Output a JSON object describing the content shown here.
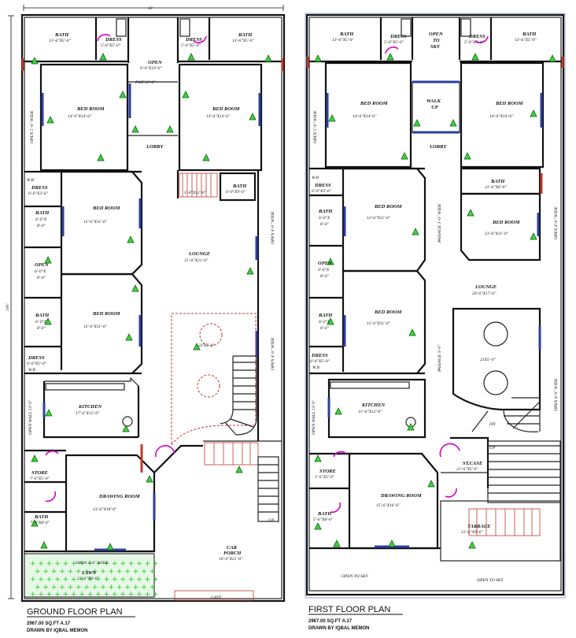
{
  "ground": {
    "dim_width": "45'",
    "dim_length": "100'",
    "title": "GROUND FLOOR PLAN",
    "area": "2967.00 SQ.FT A.17",
    "drawn": "DRAWN BY IQBAL MEMON",
    "rooms": {
      "bath_tl": "BATH",
      "bath_tl_dim": "13'-6\"X5'-0\"",
      "dress_l": "DRESS",
      "dress_l_dim": "5'-0\"X5'-0\"",
      "dress_r": "DRESS",
      "dress_r_dim": "5'-0\"X5'-0\"",
      "bath_tr": "BATH",
      "bath_tr_dim": "13'-6\"X5'-0\"",
      "open_c": "OPEN",
      "open_c_dim": "6'-0\"X10'-0\"",
      "pmt": "PMT.15'-0\"",
      "bed1": "BED ROOM",
      "bed1_dim": "14'-0\"X14'-6\"",
      "bed2": "BED ROOM",
      "bed2_dim": "14'-6\"X14'-6\"",
      "lobby": "LOBBY",
      "open_wall_l": "OPEN 5'-0\" WIDE",
      "wb": "W.B",
      "dress_m": "DRESS",
      "dress_m_dim": "6'-0\"X3'-6\"",
      "bath_m1": "BATH",
      "bath_m1_dim1": "6'-0\"X",
      "bath_m1_dim2": "8'-0\"",
      "bed3": "BED ROOM",
      "bed3_dim": "15'-6\"X11'-6\"",
      "stair_lbl": "5'-0\"X12'-0\"",
      "bath_r": "BATH",
      "bath_r_dim": "6'-0\"X9'-0\"",
      "open_r1": "OPEN 4'-0\" WIDE",
      "open_m": "OPEN",
      "open_m_dim1": "6'-0\"X",
      "open_m_dim2": "8'-0\"",
      "lounge": "LOUNGE",
      "lounge_dim": "15'-0\"X21'-0\"",
      "bath_m2": "BATH",
      "bath_m2_dim1": "6'-0\"X",
      "bath_m2_dim2": "8'-0\"",
      "bed4": "BED ROOM",
      "bed4_dim": "15'-6\"X11'-6\"",
      "skylight": "23'X5'-0\"",
      "dress_m2": "DRESS",
      "dress_m2_dim": "6'-0\"X5'-0\"",
      "wb2": "W.B",
      "open_r2": "OPEN 4'-0\" WIDE",
      "open_wall_l2": "OPEN WALL 13'-0\"",
      "kitchen": "KITCHEN",
      "kitchen_dim": "17'-6\"X15'-0\"",
      "store": "STORE",
      "store_dim": "7'-0\"X5'-0\"",
      "bath_b": "BATH",
      "bath_b_dim": "7'-0\"X8'-0\"",
      "drawing": "DRAWING ROOM",
      "drawing_dim": "13'-6\"X18'-0\"",
      "up": "UP",
      "car": "CAR",
      "car_porch": "PORCH",
      "car_dim": "16'-0\"X21'-0\"",
      "lawn_wide": "OPEN 3'-0\" WIDE",
      "lawn": "LAWN",
      "lawn_dim": "21'-0\"X9'-0\"",
      "gate": "GATE"
    }
  },
  "first": {
    "title": "FIRST FLOOR PLAN",
    "area": "2967.00 SQ.FT A.17",
    "drawn": "DRAWN BY IQBAL MEMON",
    "rooms": {
      "bath_tl": "BATH",
      "bath_tl_dim": "13'-6\"X5'-0\"",
      "dress_l": "DRESS",
      "dress_l_dim": "5'-0\"X5'-0\"",
      "open_sky": "OPEN",
      "open_sky2": "TO",
      "open_sky3": "SKY",
      "dress_r": "DRESS",
      "dress_r_dim": "5'-0\"X5'-0\"",
      "bath_tr": "BATH",
      "bath_tr_dim": "13'-6\"X5'-0\"",
      "open_wall": "OPEN 5'-0\" WIDE",
      "bed1": "BED ROOM",
      "bed1_dim": "14'-6\"X14'-6\"",
      "walk": "WALK",
      "walk2": "UP",
      "bed2": "BED ROOM",
      "bed2_dim": "14'-0\"X14'-6\"",
      "lobby": "LOBBY",
      "wb": "W.B",
      "dress_m": "DRESS",
      "dress_m_dim": "6'-0\"X3'-6\"",
      "bath_r": "BATH",
      "bath_r_dim": "21'-6\"X6'-0\"",
      "bath_m1": "BATH",
      "bath_m1_dim1": "6'-0\"X",
      "bath_m1_dim2": "8'-0\"",
      "bed3": "BED ROOM",
      "bed3_dim": "12'-6\"X11'-6\"",
      "passage1": "PASSAGE 3'-0\" WIDE",
      "bed4": "BED ROOM",
      "bed4_dim": "13'-6\"X11'-0\"",
      "open_r1": "OPEN 4'-0\" WIDE",
      "open_m": "OPEN",
      "open_m_dim1": "6'-0\"X",
      "open_m_dim2": "8'-0\"",
      "lounge": "LOUNGE",
      "lounge_dim": "20'-0\"X17'-6\"",
      "bath_m2": "BATH",
      "bath_m2_dim1": "6'-0\"X",
      "bath_m2_dim2": "8'-0\"",
      "bed5": "BED ROOM",
      "bed5_dim": "15'-6\"X11'-6\"",
      "passage2": "PASSAGE 3'-0\"",
      "void": "21X5'-0\"",
      "dress_m2": "DRESS",
      "dress_m2_dim": "6'-0\"X5'-0\"",
      "wb2": "W.B",
      "open_r2": "OPEN 4'-0\" WIDE",
      "open_wall_l": "OPEN WALL 13'-0\"",
      "kitchen": "KITCHEN",
      "kitchen_dim": "15'-6\"X12'-0\"",
      "dn": "DN",
      "store": "STORE",
      "store_dim": "5'-6\"X5'-0\"",
      "up": "UP",
      "stcase": "ST.CASE",
      "stcase_dim": "21'-6\"X5'-0\"",
      "drawing": "DRAWING ROOM",
      "drawing_dim": "15'-6\"X16'-6\"",
      "bath_b": "BATH",
      "bath_b_dim": "5'-6\"X8'-0\"",
      "terrace": "TARRACE",
      "terrace_dim": "21'-6\"X9'-6\"",
      "open_sky_b1": "OPEN TO SKY",
      "open_sky_b2": "OPEN TO SKY"
    }
  }
}
